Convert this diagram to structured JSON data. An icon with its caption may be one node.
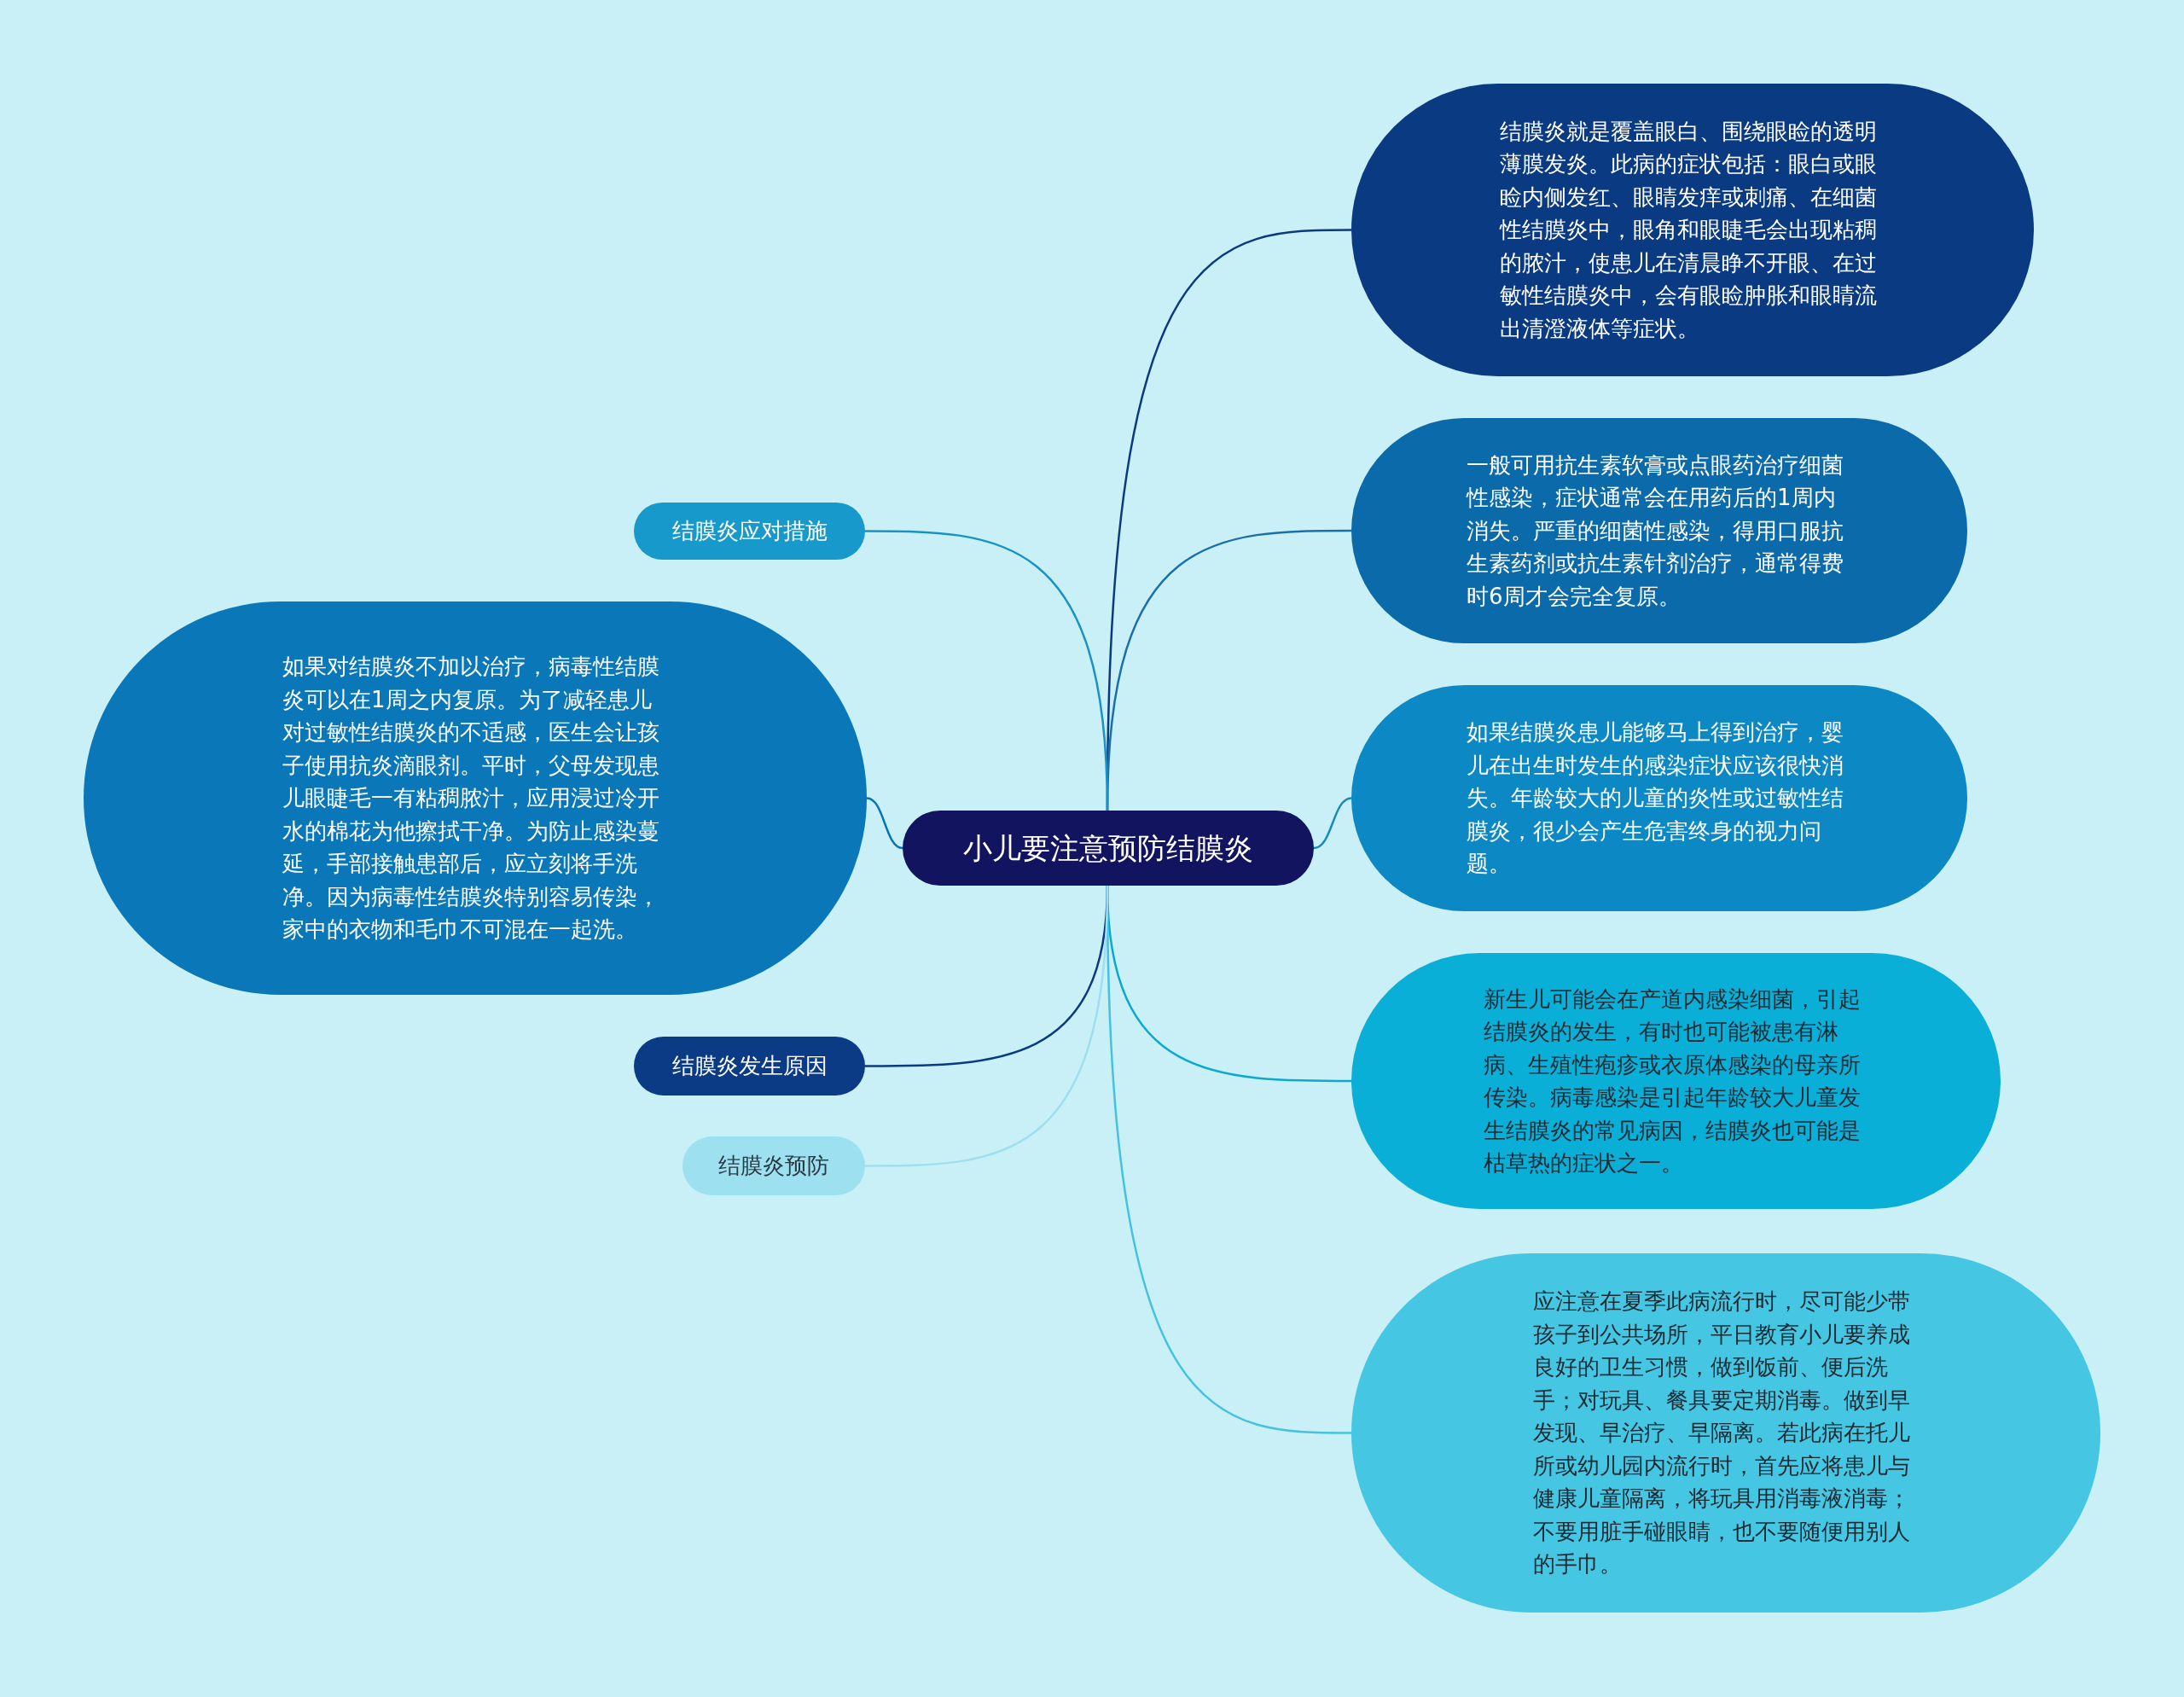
{
  "diagram": {
    "nodes": [
      {
        "text": [
          "小儿要注意预防结膜炎"
        ]
      },
      {
        "text": [
          "结膜炎就是覆盖眼白、围绕眼睑的透明薄膜发炎。此病的症状包括：眼白或眼睑内侧发红、眼睛发痒或刺痛、在细菌性结膜炎中，眼角和眼睫毛会出现粘稠的脓汁，使患儿在清晨睁不开眼、在过敏性结膜炎中，会有眼睑肿胀和眼睛流出清澄液体等症状。"
        ]
      },
      {
        "text": [
          "一般可用抗生素软膏或点眼药治疗细菌性感染，症状通常会在用药后的1周内消失。严重的细菌性感染，得用口服抗生素药剂或抗生素针剂治疗，通常得费时6周才会完全复原。"
        ]
      },
      {
        "text": [
          "如果结膜炎患儿能够马上得到治疗，婴儿在出生时发生的感染症状应该很快消失。年龄较大的儿童的炎性或过敏性结膜炎，很少会产生危害终身的视力问题。"
        ]
      },
      {
        "text": [
          "新生儿可能会在产道内感染细菌，引起结膜炎的发生，有时也可能被患有淋病、生殖性疱疹或衣原体感染的母亲所传染。病毒感染是引起年龄较大儿童发生结膜炎的常见病因，结膜炎也可能是枯草热的症状之一。"
        ]
      },
      {
        "text": [
          "应注意在夏季此病流行时，尽可能少带孩子到公共场所，平日教育小儿要养成良好的卫生习惯，做到饭前、便后洗手；对玩具、餐具要定期消毒。做到早发现、早治疗、早隔离。若此病在托儿所或幼儿园内流行时，首先应将患儿与健康儿童隔离，将玩具用消毒液消毒；不要用脏手碰眼睛，也不要随便用别人的手巾。"
        ]
      },
      {
        "text": [
          "结膜炎应对措施"
        ]
      },
      {
        "text": [
          "如果对结膜炎不加以治疗，病毒性结膜炎可以在1周之内复原。为了减轻患儿对过敏性结膜炎的不适感，医生会让孩子使用抗炎滴眼剂。平时，父母发现患儿眼睫毛一有粘稠脓汁，应用浸过冷开水的棉花为他擦拭干净。为防止感染蔓延，手部接触患部后，应立刻将手洗净。因为病毒性结膜炎特别容易传染，家中的衣物和毛巾不可混在一起洗。"
        ]
      },
      {
        "text": [
          "结膜炎发生原因"
        ]
      },
      {
        "text": [
          "结膜炎预防"
        ]
      }
    ],
    "edges": [
      {
        "from": 0,
        "to": 1,
        "arrow": "none",
        "color": "#0c3a80"
      },
      {
        "from": 0,
        "to": 2,
        "arrow": "none",
        "color": "#1b6fab"
      },
      {
        "from": 0,
        "to": 3,
        "arrow": "none",
        "color": "#1b89c0"
      },
      {
        "from": 0,
        "to": 4,
        "arrow": "none",
        "color": "#0aa9d0"
      },
      {
        "from": 0,
        "to": 5,
        "arrow": "none",
        "color": "#45c2df"
      },
      {
        "from": 0,
        "to": 6,
        "arrow": "none",
        "color": "#1a93c4"
      },
      {
        "from": 0,
        "to": 7,
        "arrow": "none",
        "color": "#0a74b3"
      },
      {
        "from": 0,
        "to": 8,
        "arrow": "none",
        "color": "#0c3a80"
      },
      {
        "from": 0,
        "to": 9,
        "arrow": "none",
        "color": "#9ddff0"
      }
    ]
  }
}
